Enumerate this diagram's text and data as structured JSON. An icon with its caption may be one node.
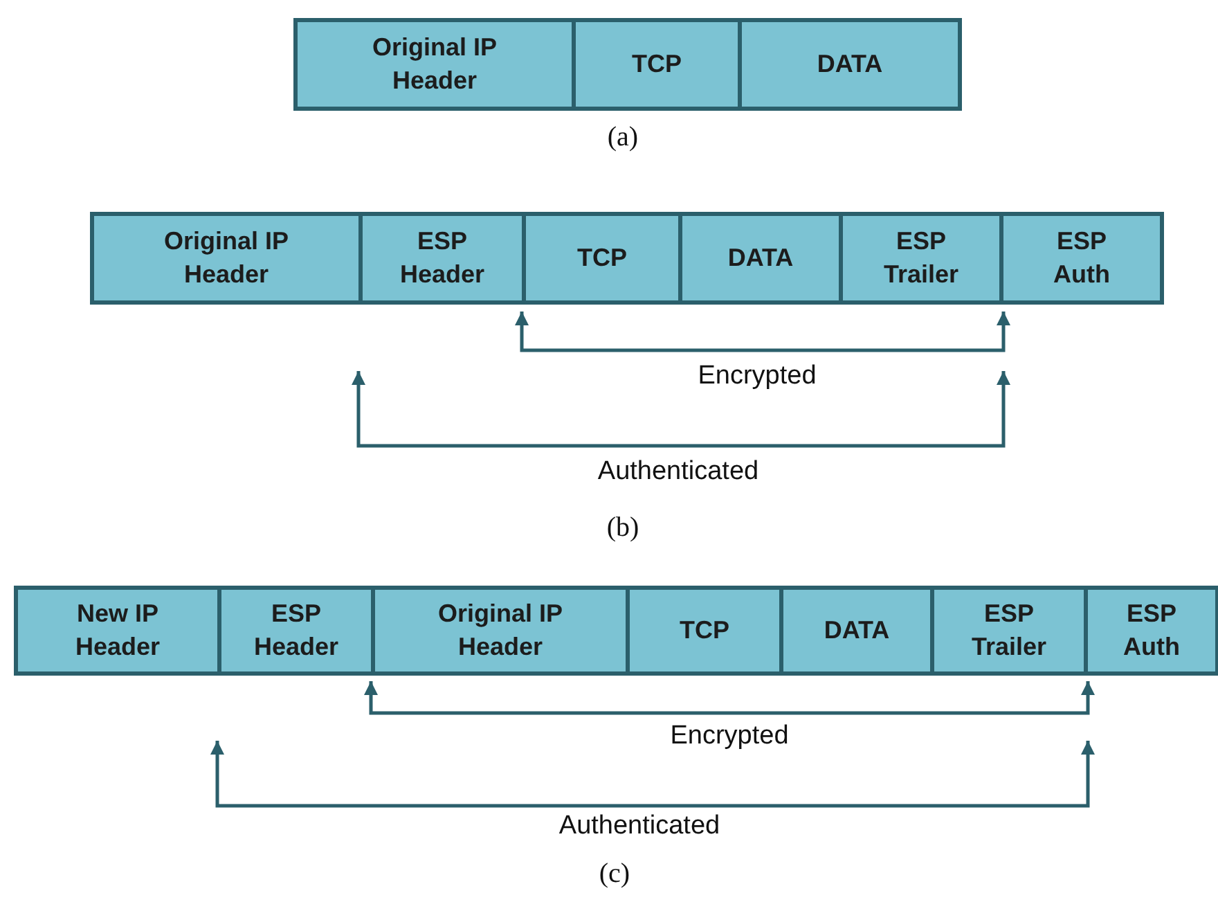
{
  "diagram": {
    "nodes": [
      {
        "text": [
          "Original IP Header"
        ]
      },
      {
        "text": [
          "TCP"
        ]
      },
      {
        "text": [
          "DATA"
        ]
      },
      {
        "text": [
          "Original IP Header"
        ]
      },
      {
        "text": [
          "ESP Header"
        ]
      },
      {
        "text": [
          "TCP"
        ]
      },
      {
        "text": [
          "DATA"
        ]
      },
      {
        "text": [
          "ESP Trailer"
        ]
      },
      {
        "text": [
          "ESP Auth"
        ]
      },
      {
        "text": [
          "New IP Header"
        ]
      },
      {
        "text": [
          "ESP Header"
        ]
      },
      {
        "text": [
          "Original IP Header"
        ]
      },
      {
        "text": [
          "TCP"
        ]
      },
      {
        "text": [
          "DATA"
        ]
      },
      {
        "text": [
          "ESP Trailer"
        ]
      },
      {
        "text": [
          "ESP Auth"
        ]
      }
    ],
    "edges": [
      {
        "from": 5,
        "to": 7,
        "arrow": "both",
        "label": "Encrypted"
      },
      {
        "from": 4,
        "to": 7,
        "arrow": "both",
        "label": "Authenticated"
      },
      {
        "from": 11,
        "to": 14,
        "arrow": "both",
        "label": "Encrypted"
      },
      {
        "from": 10,
        "to": 14,
        "arrow": "both",
        "label": "Authenticated"
      }
    ],
    "labels": [
      "(a)",
      "(b)",
      "(c)"
    ]
  }
}
